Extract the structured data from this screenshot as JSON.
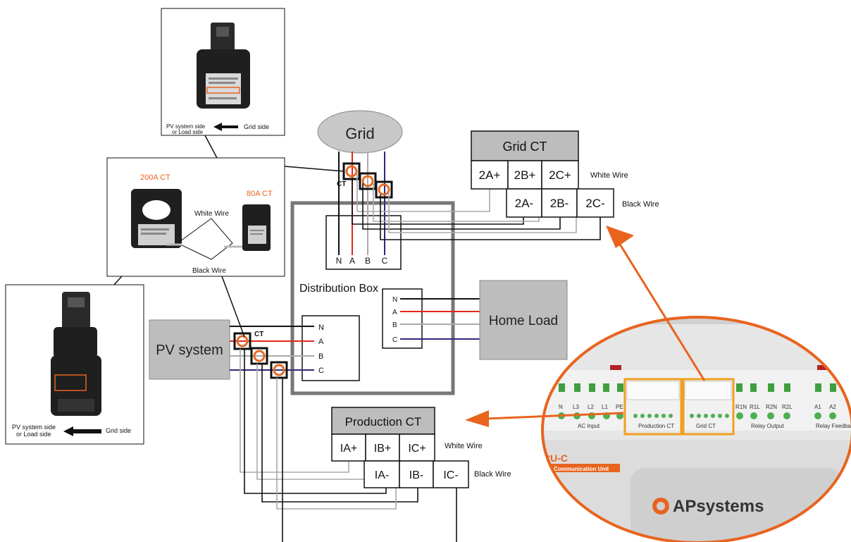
{
  "grid": {
    "label": "Grid"
  },
  "ct_label": "CT",
  "grid_ct": {
    "title": "Grid CT",
    "top_terminals": [
      "2A+",
      "2B+",
      "2C+"
    ],
    "bottom_terminals": [
      "2A-",
      "2B-",
      "2C-"
    ],
    "white_wire": "White Wire",
    "black_wire": "Black Wire"
  },
  "distribution_box": {
    "label": "Distribution Box",
    "top_block_labels": [
      "N",
      "A",
      "B",
      "C"
    ],
    "left_block_labels": [
      "N",
      "A",
      "B",
      "C"
    ],
    "right_block_labels": [
      "N",
      "A",
      "B",
      "C"
    ]
  },
  "home_load": {
    "label": "Home Load"
  },
  "pv_system": {
    "label": "PV system"
  },
  "production_ct": {
    "title": "Production CT",
    "top_terminals": [
      "IA+",
      "IB+",
      "IC+"
    ],
    "bottom_terminals": [
      "IA-",
      "IB-",
      "IC-"
    ],
    "white_wire": "White Wire",
    "black_wire": "Black Wire"
  },
  "inset_top": {
    "direction_left": "PV system side",
    "direction_left2": "or Load side",
    "direction_right": "Grid side"
  },
  "inset_ct_types": {
    "ct_200a": "200A  CT",
    "ct_80a": "80A  CT",
    "white_wire": "White Wire",
    "black_wire": "Black Wire"
  },
  "inset_bottom": {
    "direction_left": "PV system side",
    "direction_left2": "or Load side",
    "direction_right": "Grid side"
  },
  "device": {
    "terminal_labels": [
      "N",
      "L3",
      "L2",
      "L1",
      "PE"
    ],
    "group_labels": [
      "AC Input",
      "Production CT",
      "Grid CT",
      "Relay Output",
      "Relay Feedback"
    ],
    "relay_labels": [
      "R1N",
      "R1L",
      "R2N",
      "R2L"
    ],
    "feedback_labels": [
      "A1",
      "A2"
    ],
    "model": "CU-C",
    "subtitle": "Communication Unit",
    "brand": "APsystems"
  },
  "colors": {
    "red": "#e0281e",
    "white_wire": "#aaaaaa",
    "blue": "#2e2a7a",
    "black": "#111111",
    "orange": "#e8641e",
    "grey_box": "#bdbdbd",
    "ct_ring": "#e36b26"
  }
}
